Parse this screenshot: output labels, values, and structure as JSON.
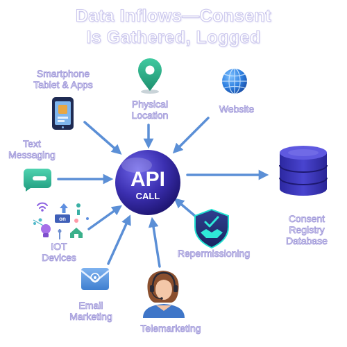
{
  "title": {
    "line1": "Data Inflows—Consent",
    "line2": "Is Gathered, Logged"
  },
  "center": {
    "line1": "API",
    "line2": "CALL"
  },
  "nodes": {
    "smartphone": {
      "line1": "Smartphone",
      "line2": "Tablet & Apps",
      "icon": "smartphone-icon"
    },
    "location": {
      "line1": "Physical",
      "line2": "Location",
      "icon": "map-pin-icon"
    },
    "website": {
      "line1": "Website",
      "icon": "globe-icon"
    },
    "text": {
      "line1": "Text",
      "line2": "Messaging",
      "icon": "chat-bubble-icon"
    },
    "iot": {
      "line1": "IOT",
      "line2": "Devices",
      "icon": "iot-cluster-icon"
    },
    "email": {
      "line1": "Email",
      "line2": "Marketing",
      "icon": "envelope-icon"
    },
    "tele": {
      "line1": "Telemarketing",
      "icon": "headset-agent-icon"
    },
    "reperm": {
      "line1": "Repermissioning",
      "icon": "handshake-shield-icon"
    },
    "database": {
      "line1": "Consent",
      "line2": "Registry",
      "line3": "Database",
      "icon": "database-icon"
    }
  },
  "colors": {
    "arrow": "#5b8fd6",
    "api_ball": "#3b2fb0",
    "label_outline": "#9c94d8",
    "database": "#3a36b8"
  }
}
